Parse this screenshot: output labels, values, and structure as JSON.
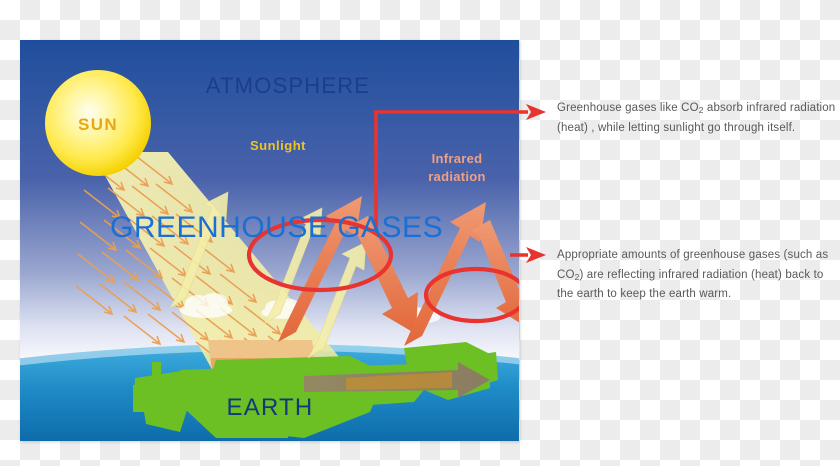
{
  "diagram": {
    "title_atmosphere": "ATMOSPHERE",
    "title_greenhouse": "GREENHOUSE GASES",
    "title_earth": "EARTH",
    "label_sun": "SUN",
    "label_sunlight": "Sunlight",
    "label_infrared_line1": "Infrared",
    "label_infrared_line2": "radiation",
    "colors": {
      "sky_top": "#1f4e9c",
      "sky_mid": "#8f9ccb",
      "sky_haze": "#ffffff",
      "ocean_top": "#3aa9dd",
      "ocean_bottom": "#1070b0",
      "land_green": "#6cc024",
      "sun_core": "#fffde8",
      "sun_edge": "#f5d100",
      "sunbeam": "#f3efb0",
      "infrared_arrow": "#e8764a",
      "annotation_red": "#e8332f",
      "atmosphere_text": "#1b3d8f",
      "greenhouse_text": "#1a6fd4",
      "earth_text": "#103a7a",
      "sunlight_text": "#f2c41c",
      "infrared_text": "#f0a083",
      "note_text": "#58595b"
    }
  },
  "notes": [
    {
      "id": "note-1",
      "text_before": "Greenhouse gases like CO",
      "subscript": "2",
      "text_after": " absorb infrared radiation (heat) , while letting sunlight go through itself."
    },
    {
      "id": "note-2",
      "text_before": "Appropriate amounts of greenhouse gases (such as CO",
      "subscript": "2",
      "text_after": ") are reflecting infrared radiation (heat) back to the earth to keep the earth warm."
    }
  ]
}
